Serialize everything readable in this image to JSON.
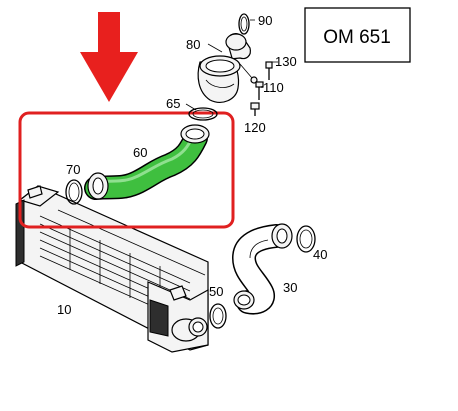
{
  "engine_code": "OM 651",
  "labels": {
    "p10": "10",
    "p30": "30",
    "p40": "40",
    "p50": "50",
    "p60": "60",
    "p65": "65",
    "p70": "70",
    "p80": "80",
    "p90": "90",
    "p110": "110",
    "p120": "120",
    "p130": "130"
  },
  "colors": {
    "arrow": "#e8201e",
    "highlight_box": "#e02020",
    "highlighted_hose": "#3fbf3f",
    "background": "#ffffff"
  }
}
